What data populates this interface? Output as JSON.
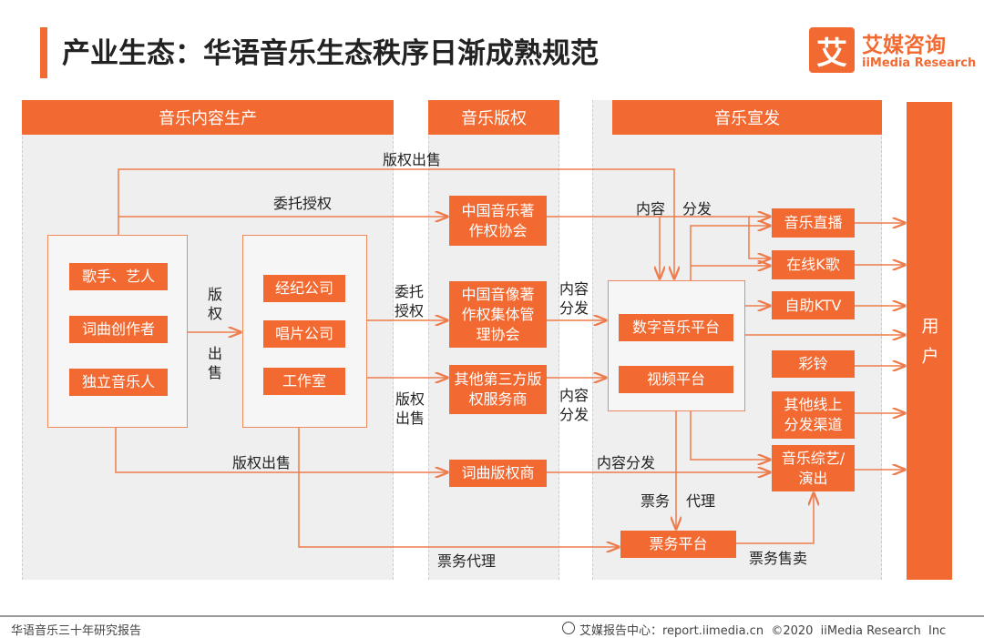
{
  "title": "产业生态：华语音乐生态秩序日渐成熟规范",
  "logo": {
    "mark": "艾",
    "cn": "艾媒咨询",
    "en": "iiMedia Research"
  },
  "sections": {
    "production": "音乐内容生产",
    "copyright": "音乐版权",
    "distribution": "音乐宣发",
    "user": "用户"
  },
  "creators": [
    "歌手、艺人",
    "词曲创作者",
    "独立音乐人"
  ],
  "companies": [
    "经纪公司",
    "唱片公司",
    "工作室"
  ],
  "copyright_orgs": [
    "中国音乐著作权协会",
    "中国音像著作权集体管理协会",
    "其他第三方版权服务商",
    "词曲版权商"
  ],
  "platforms": [
    "数字音乐平台",
    "视频平台"
  ],
  "channels": [
    "音乐直播",
    "在线K歌",
    "自助KTV",
    "彩铃",
    "其他线上分发渠道",
    "音乐综艺/演出"
  ],
  "ticket_platform": "票务平台",
  "labels": {
    "copyright_sale_top": "版权出售",
    "entrust_auth": "委托授权",
    "content": "内容",
    "distribute": "分发",
    "copyright": "版权",
    "sale": "出售",
    "entrust": "委托",
    "auth": "授权",
    "content_distribute": "内容分发",
    "copyright_sale_bottom": "版权出售",
    "ticket_agency": "票务代理",
    "ticket": "票务",
    "agency": "代理",
    "ticket_sale": "票务售卖"
  },
  "footer": {
    "left": "华语音乐三十年研究报告",
    "right": "艾媒报告中心：report.iimedia.cn  ©2020  iiMedia Research  Inc"
  },
  "colors": {
    "accent": "#f26a32"
  }
}
